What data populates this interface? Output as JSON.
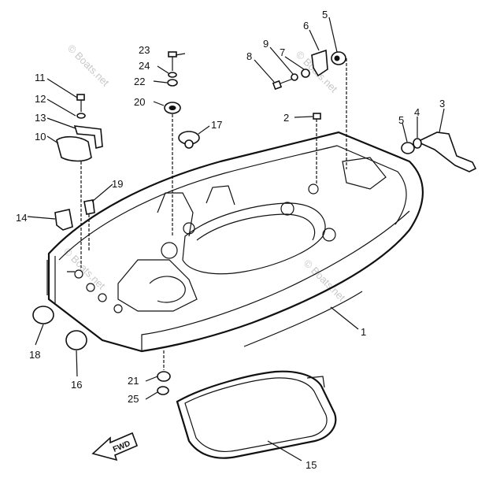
{
  "diagram": {
    "callouts": [
      {
        "id": "c1",
        "label": "1"
      },
      {
        "id": "c2",
        "label": "2"
      },
      {
        "id": "c3",
        "label": "3"
      },
      {
        "id": "c4",
        "label": "4"
      },
      {
        "id": "c5a",
        "label": "5"
      },
      {
        "id": "c5b",
        "label": "5"
      },
      {
        "id": "c6",
        "label": "6"
      },
      {
        "id": "c7",
        "label": "7"
      },
      {
        "id": "c8",
        "label": "8"
      },
      {
        "id": "c9",
        "label": "9"
      },
      {
        "id": "c10",
        "label": "10"
      },
      {
        "id": "c11",
        "label": "11"
      },
      {
        "id": "c12",
        "label": "12"
      },
      {
        "id": "c13",
        "label": "13"
      },
      {
        "id": "c14",
        "label": "14"
      },
      {
        "id": "c15",
        "label": "15"
      },
      {
        "id": "c16",
        "label": "16"
      },
      {
        "id": "c17",
        "label": "17"
      },
      {
        "id": "c18",
        "label": "18"
      },
      {
        "id": "c19",
        "label": "19"
      },
      {
        "id": "c20",
        "label": "20"
      },
      {
        "id": "c21",
        "label": "21"
      },
      {
        "id": "c22",
        "label": "22"
      },
      {
        "id": "c23",
        "label": "23"
      },
      {
        "id": "c24",
        "label": "24"
      },
      {
        "id": "c25",
        "label": "25"
      }
    ],
    "direction_label": "FWD",
    "watermark": "© Boats.net"
  }
}
